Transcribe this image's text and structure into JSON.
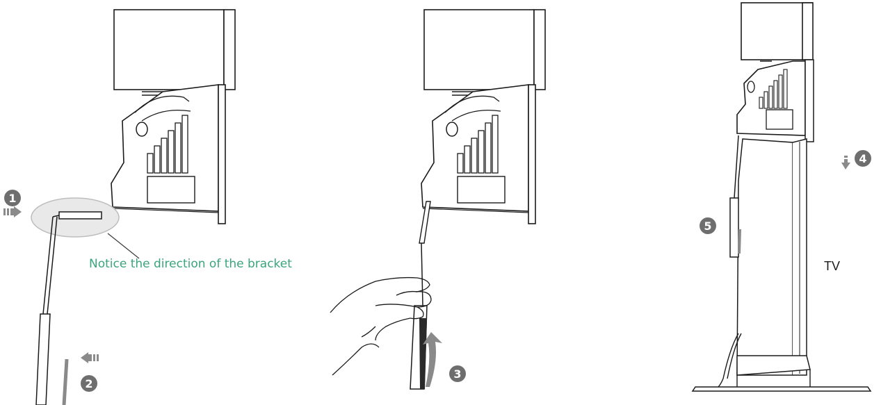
{
  "colors": {
    "line": "#1a1a1a",
    "badge": "#6e6e6e",
    "note": "#3aa57d",
    "highlight_fill": "#e9e9e9",
    "highlight_stroke": "#bdbdbd",
    "arrow": "#8a8a8a"
  },
  "steps": {
    "s1": "1",
    "s2": "2",
    "s3": "3",
    "s4": "4",
    "s5": "5"
  },
  "note": "Notice the direction of the bracket",
  "tv_label": "TV",
  "icons": [
    "right-arrow-icon",
    "left-arrow-icon",
    "curved-up-arrow-icon",
    "down-arrow-icon"
  ]
}
